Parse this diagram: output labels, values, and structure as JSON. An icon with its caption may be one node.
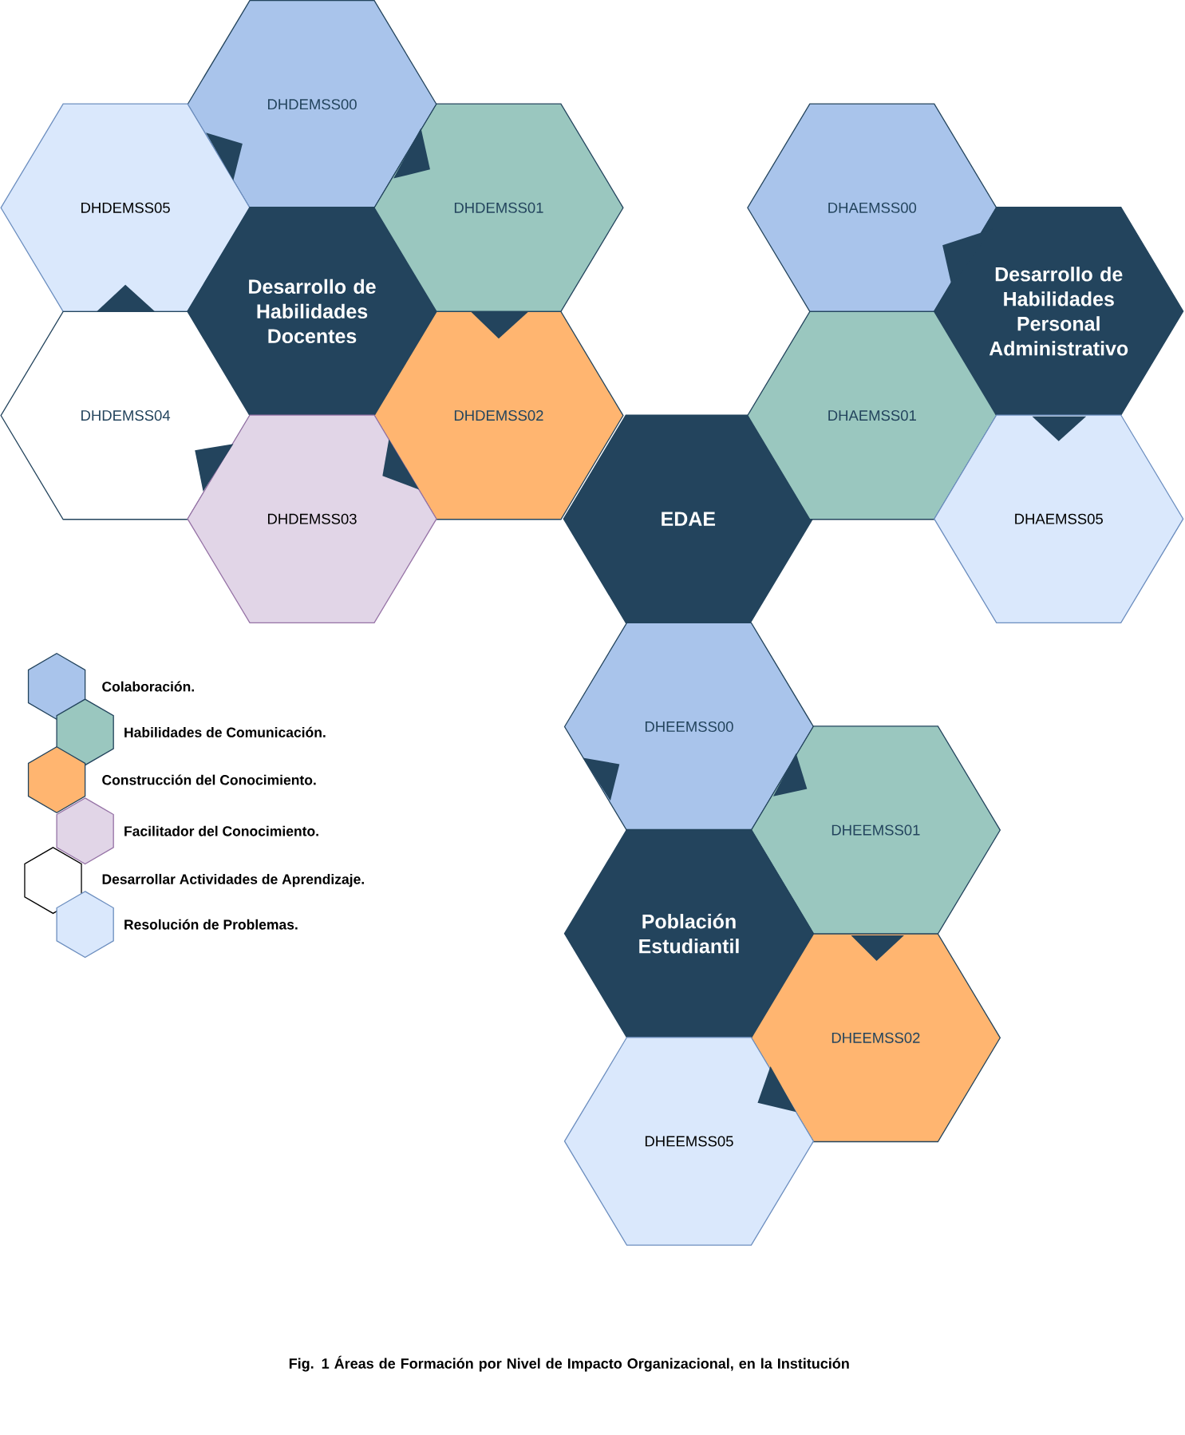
{
  "diagram": {
    "caption": "Fig. 1  Áreas de Formación por Nivel de Impacto Organizacional, en la Institución",
    "nodes": [
      {
        "text": [
          "DHDEMSS00"
        ]
      },
      {
        "text": [
          "DHDEMSS05"
        ]
      },
      {
        "text": [
          "Desarrollo de Habilidades Docentes"
        ]
      },
      {
        "text": [
          "DHDEMSS01"
        ]
      },
      {
        "text": [
          "DHDEMSS04"
        ]
      },
      {
        "text": [
          "DHDEMSS02"
        ]
      },
      {
        "text": [
          "DHDEMSS03"
        ]
      },
      {
        "text": [
          "EDAE"
        ]
      },
      {
        "text": [
          "DHAEMSS00"
        ]
      },
      {
        "text": [
          "Desarrollo de Habilidades Personal Administrativo"
        ]
      },
      {
        "text": [
          "DHAEMSS01"
        ]
      },
      {
        "text": [
          "DHAEMSS05"
        ]
      },
      {
        "text": [
          "DHEEMSS00"
        ]
      },
      {
        "text": [
          "DHEEMSS01"
        ]
      },
      {
        "text": [
          "Población Estudiantil"
        ]
      },
      {
        "text": [
          "DHEEMSS02"
        ]
      },
      {
        "text": [
          "DHEEMSS05"
        ]
      }
    ],
    "edges": [],
    "legend": [
      {
        "text": "Colaboración.",
        "color": "#a9c4eb"
      },
      {
        "text": "Habilidades de Comunicación.",
        "color": "#9ac7bf"
      },
      {
        "text": "Construcción del Conocimiento.",
        "color": "#ffb570"
      },
      {
        "text": "Facilitador del Conocimiento.",
        "color": "#e1d5e7"
      },
      {
        "text": "Desarrollar Actividades de Aprendizaje."
      },
      {
        "text": "Resolución de Problemas.",
        "color": "#dae8fc"
      }
    ]
  }
}
